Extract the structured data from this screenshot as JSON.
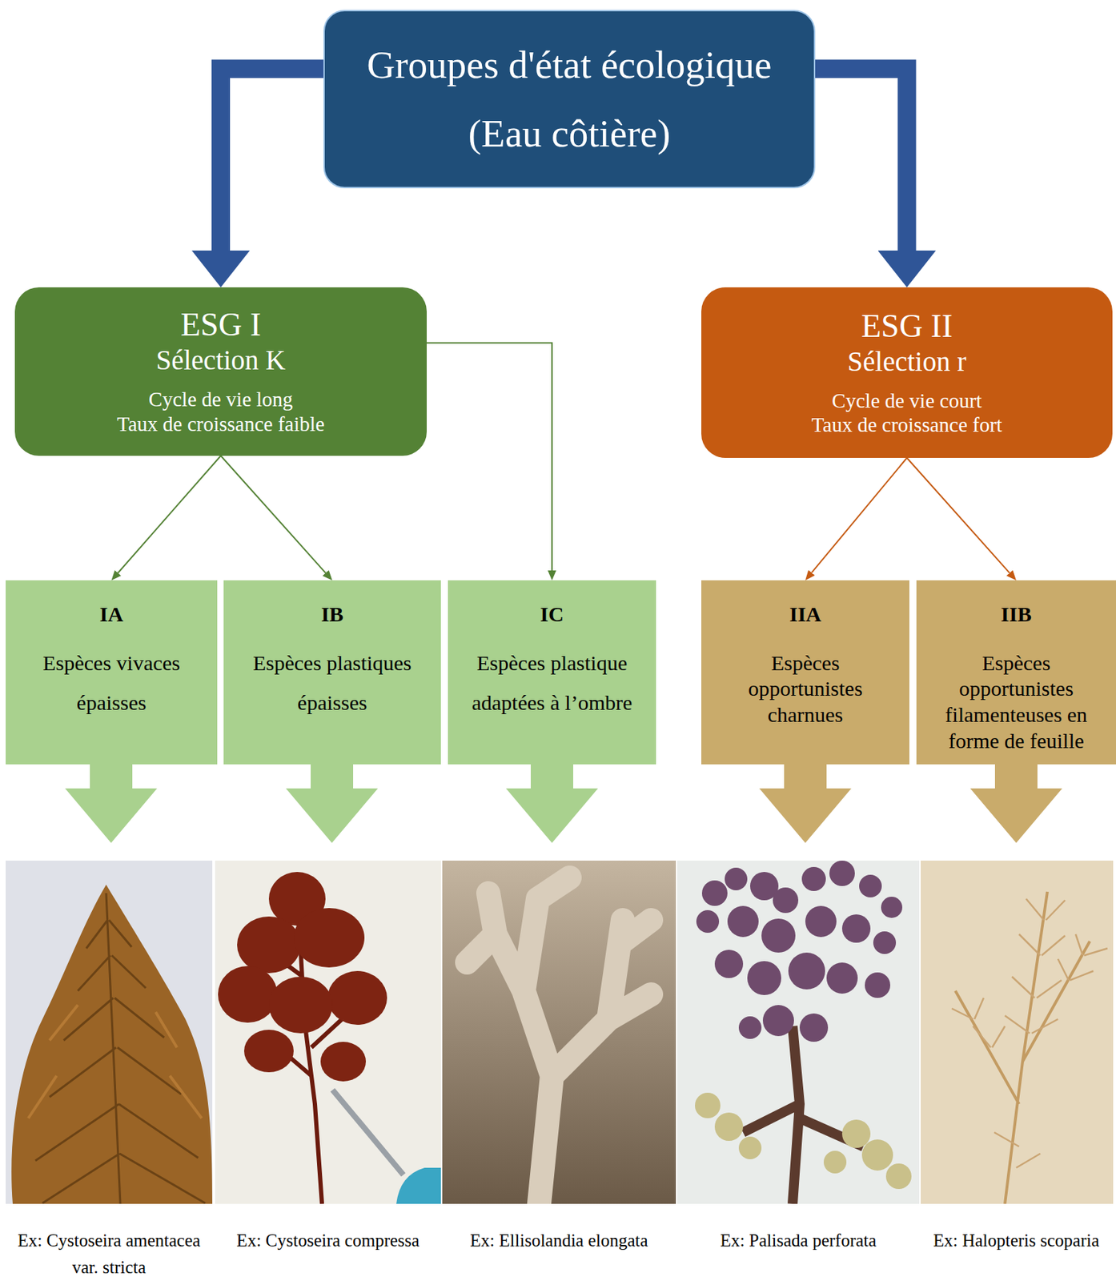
{
  "diagram": {
    "nodes": [
      {
        "text": [
          "Groupes d'état écologique",
          "(Eau côtière)"
        ]
      },
      {
        "text": [
          "ESG I",
          "Sélection K",
          "Cycle de vie long",
          "Taux de croissance faible"
        ]
      },
      {
        "text": [
          "ESG II",
          "Sélection r",
          "Cycle de vie court",
          "Taux de croissance fort"
        ]
      },
      {
        "text": [
          "IA",
          "Espèces vivaces épaisses"
        ]
      },
      {
        "text": [
          "IB",
          "Espèces plastiques épaisses"
        ]
      },
      {
        "text": [
          "IC",
          "Espèces plastique adaptées à l’ombre"
        ]
      },
      {
        "text": [
          "IIA",
          "Espèces opportunistes charnues"
        ]
      },
      {
        "text": [
          "IIB",
          "Espèces opportunistes filamenteuses en forme de feuille"
        ]
      }
    ],
    "edges": [
      {
        "from": 0,
        "to": 1,
        "arrow": "to"
      },
      {
        "from": 0,
        "to": 2,
        "arrow": "to"
      },
      {
        "from": 1,
        "to": 3,
        "arrow": "to"
      },
      {
        "from": 1,
        "to": 4,
        "arrow": "to"
      },
      {
        "from": 1,
        "to": 5,
        "arrow": "to"
      },
      {
        "from": 2,
        "to": 6,
        "arrow": "to"
      },
      {
        "from": 2,
        "to": 7,
        "arrow": "to"
      }
    ],
    "labels": [
      "Ex: Cystoseira amentacea var. stricta",
      "Ex: Cystoseira compressa",
      "Ex: Ellisolandia elongata",
      "Ex: Palisada perforata",
      "Ex: Halopteris scoparia"
    ]
  }
}
